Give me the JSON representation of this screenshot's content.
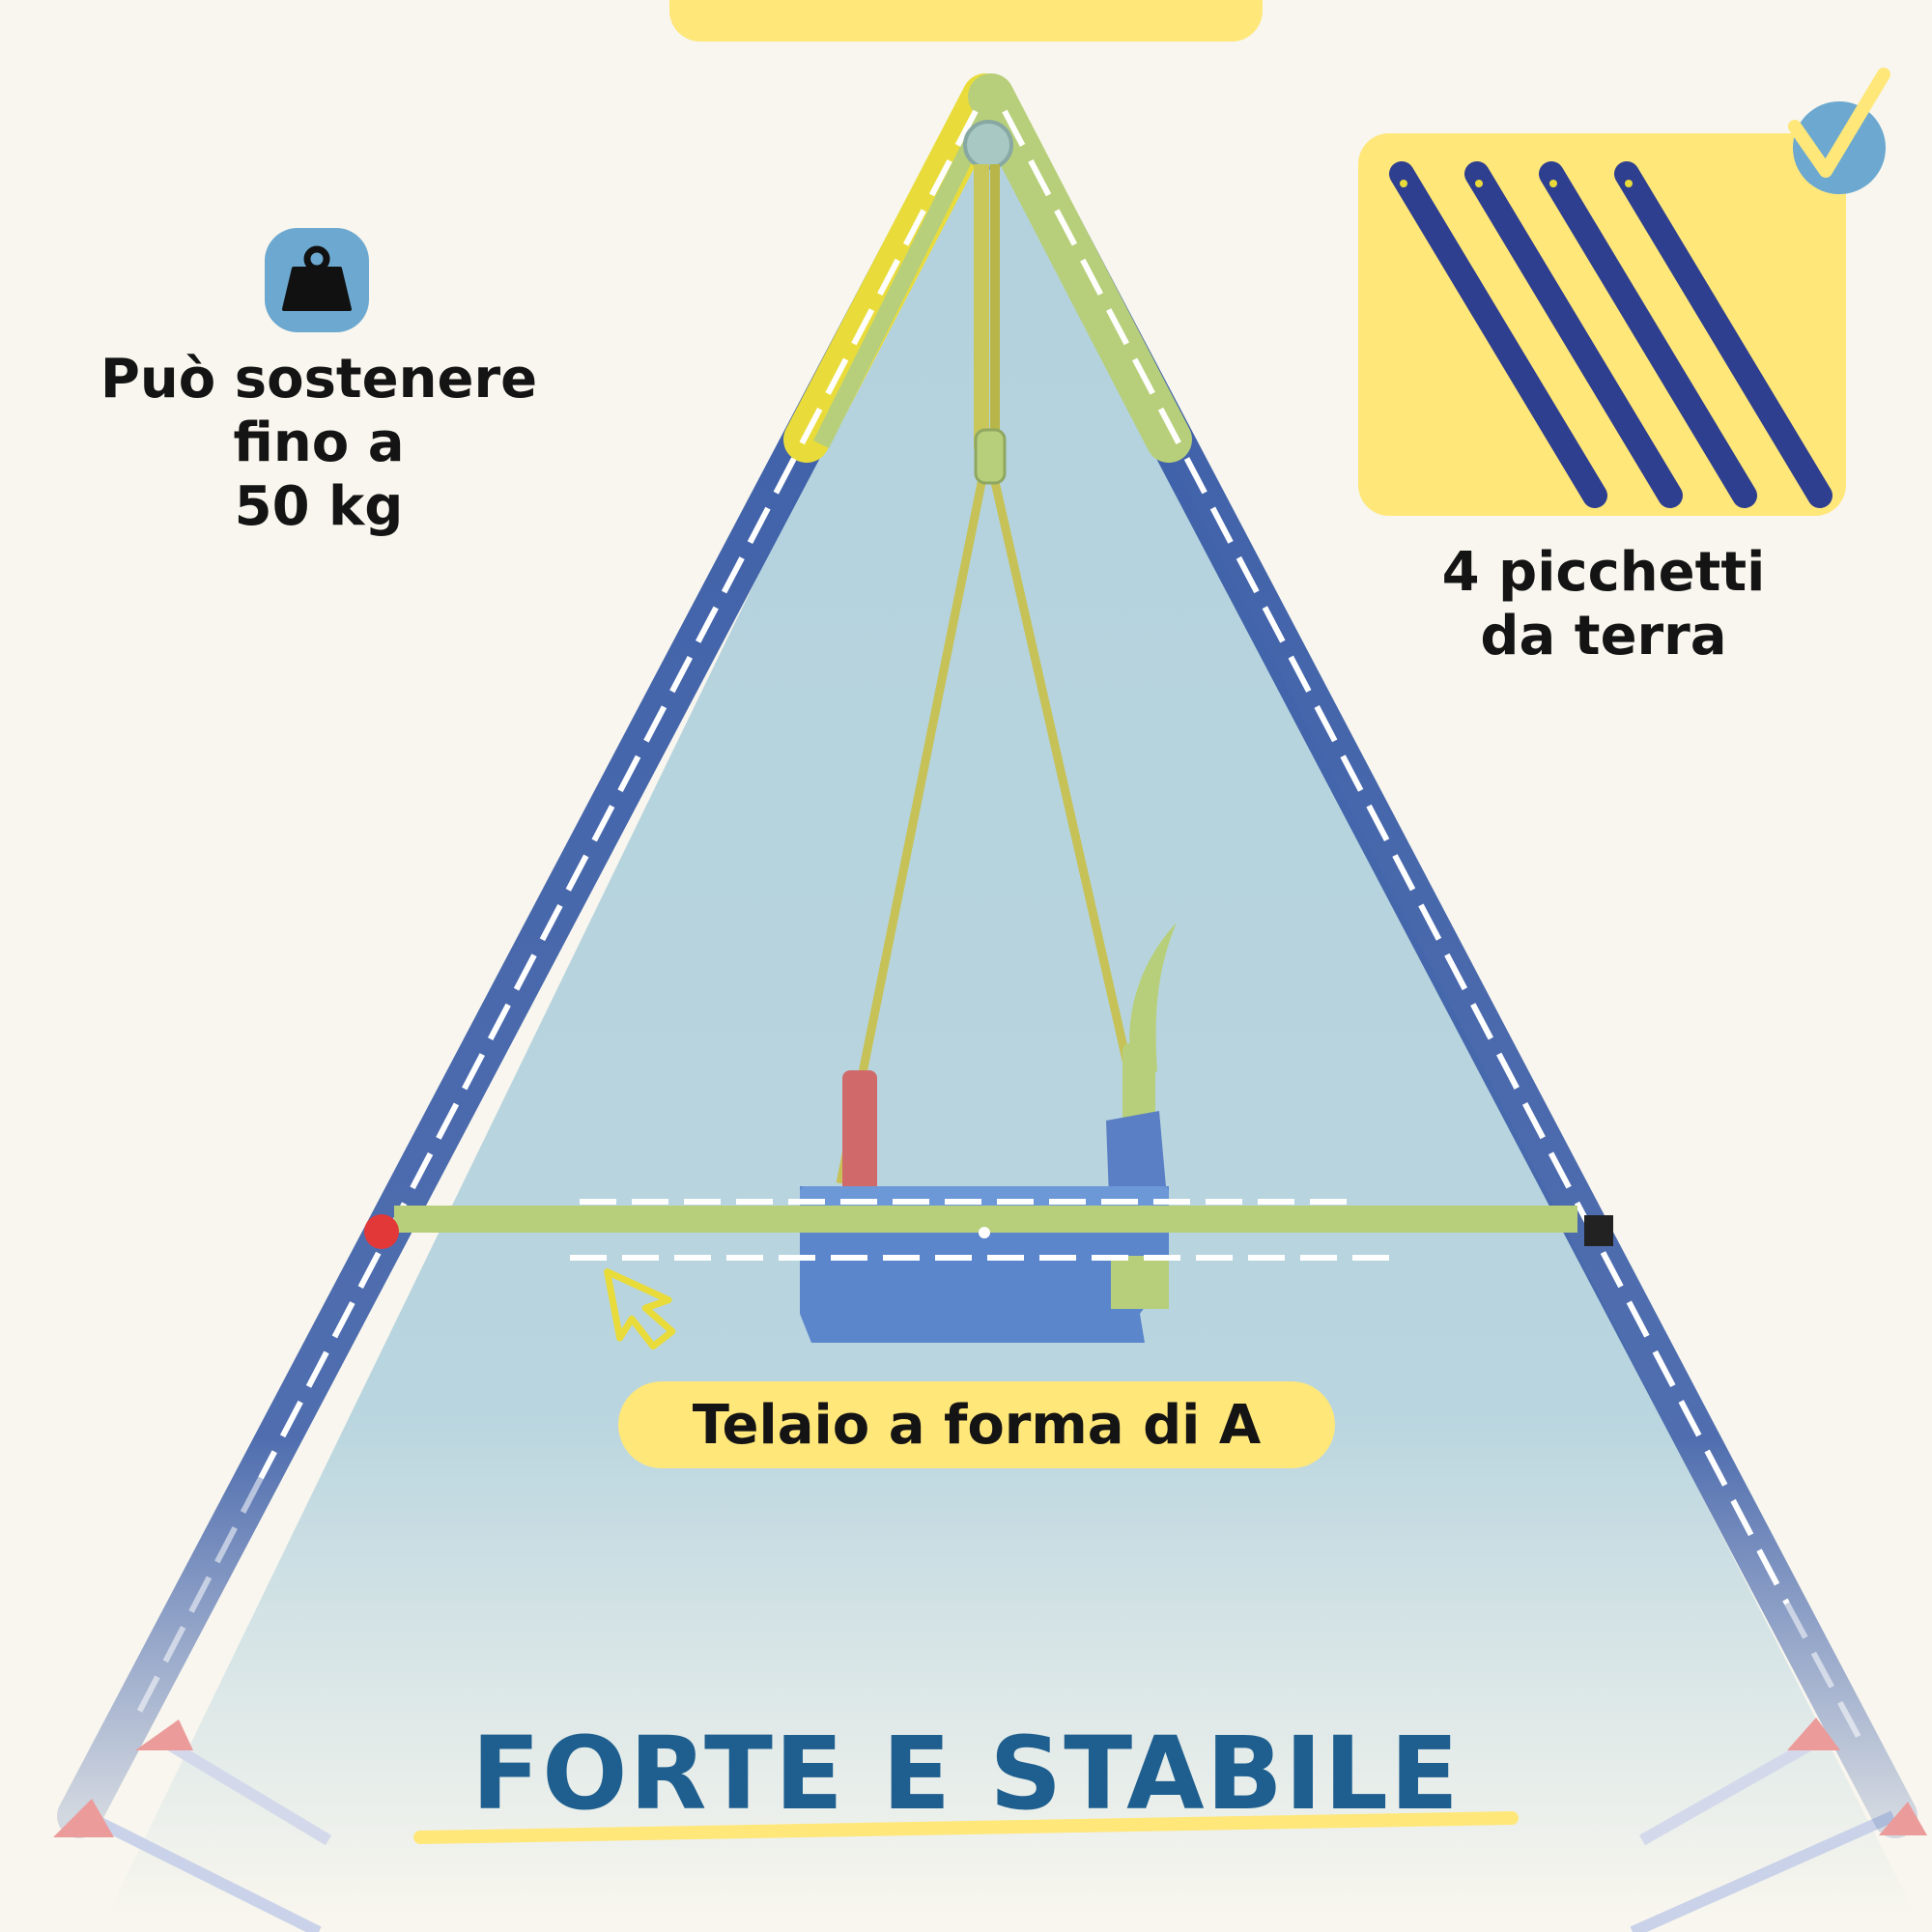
{
  "colors": {
    "background": "#f8f6ee",
    "accent_yellow": "#ffe77a",
    "icon_blue": "#6ca8d0",
    "frame_blue": "#3d5fa8",
    "frame_green": "#b7cf7a",
    "headline": "#1f5f8f",
    "area_fill": "#b3d2dd"
  },
  "weight": {
    "icon": "weight-icon",
    "lines": [
      "Può sostenere",
      "fino a",
      "50 kg"
    ]
  },
  "stakes": {
    "icon": "check-icon",
    "lines": [
      "4 picchetti",
      "da terra"
    ]
  },
  "frame_label": "Telaio a forma di A",
  "headline": "FORTE E STABILE",
  "decor": {
    "pointer_icon": "cursor-arrow-icon",
    "product": "a-frame-swing"
  }
}
